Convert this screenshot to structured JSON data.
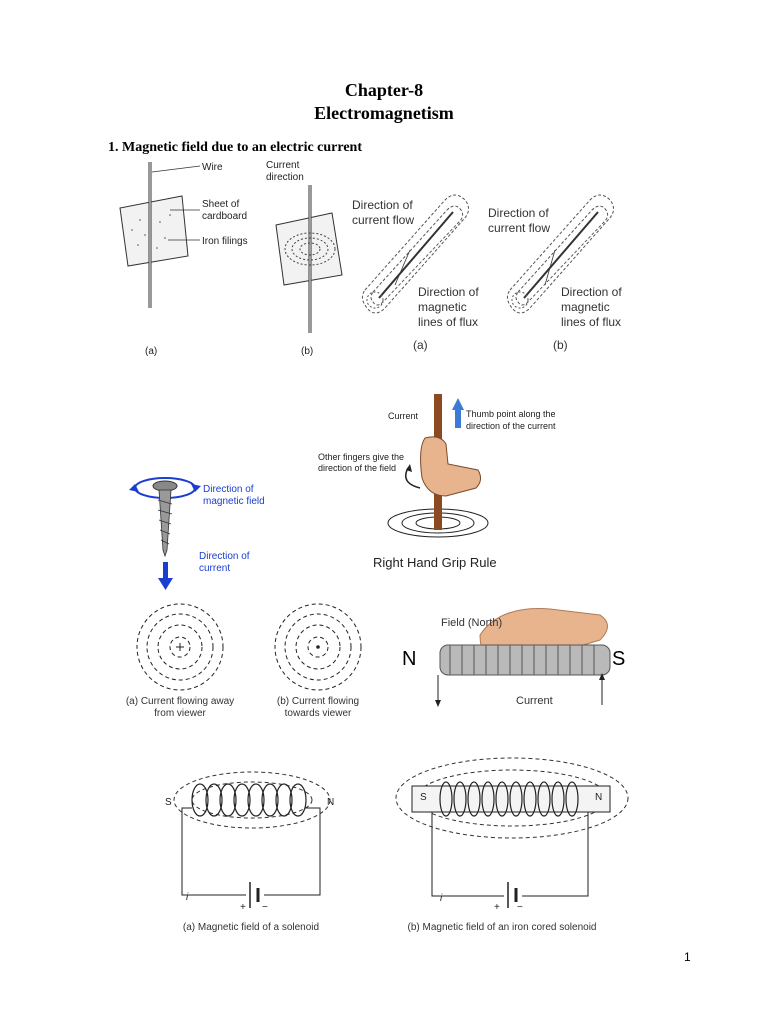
{
  "header": {
    "chapter": "Chapter-8",
    "subject": "Electromagnetism"
  },
  "section1": {
    "heading": "1. Magnetic field due to an electric current"
  },
  "fig_wire": {
    "wire": "Wire",
    "sheet_line1": "Sheet of",
    "sheet_line2": "cardboard",
    "filings": "Iron filings",
    "current_line1": "Current",
    "current_line2": "direction",
    "cap_a": "(a)",
    "cap_b": "(b)"
  },
  "fig_flux": {
    "flow_line1": "Direction of",
    "flow_line2": "current flow",
    "mag_line1": "Direction of",
    "mag_line2": "magnetic",
    "mag_line3": "lines of flux",
    "cap_a": "(a)",
    "cap_b": "(b)"
  },
  "fig_hand": {
    "current": "Current",
    "thumb_line1": "Thumb point along the",
    "thumb_line2": "direction of the current",
    "fingers_line1": "Other fingers give the",
    "fingers_line2": "direction of the field",
    "title": "Right Hand Grip Rule"
  },
  "fig_screw": {
    "field_line1": "Direction of",
    "field_line2": "magnetic field",
    "current_line1": "Direction of",
    "current_line2": "current"
  },
  "fig_circles": {
    "cap_a_line1": "(a) Current flowing away",
    "cap_a_line2": "from viewer",
    "cap_b_line1": "(b) Current flowing",
    "cap_b_line2": "towards viewer"
  },
  "fig_coil": {
    "field": "Field (North)",
    "north": "N",
    "south": "S",
    "current": "Current"
  },
  "fig_solenoid": {
    "s": "S",
    "n": "N",
    "i": "i",
    "plus": "+",
    "minus": "−",
    "cap_a": "(a) Magnetic field of a solenoid",
    "cap_b": "(b) Magnetic field of an iron cored solenoid"
  },
  "footer": {
    "page_number": "1"
  },
  "colors": {
    "blue_label": "#1a3fd0",
    "arrow_blue": "#3a7bd5",
    "rod_brown": "#8b4a22",
    "skin": "#e8b48e"
  }
}
